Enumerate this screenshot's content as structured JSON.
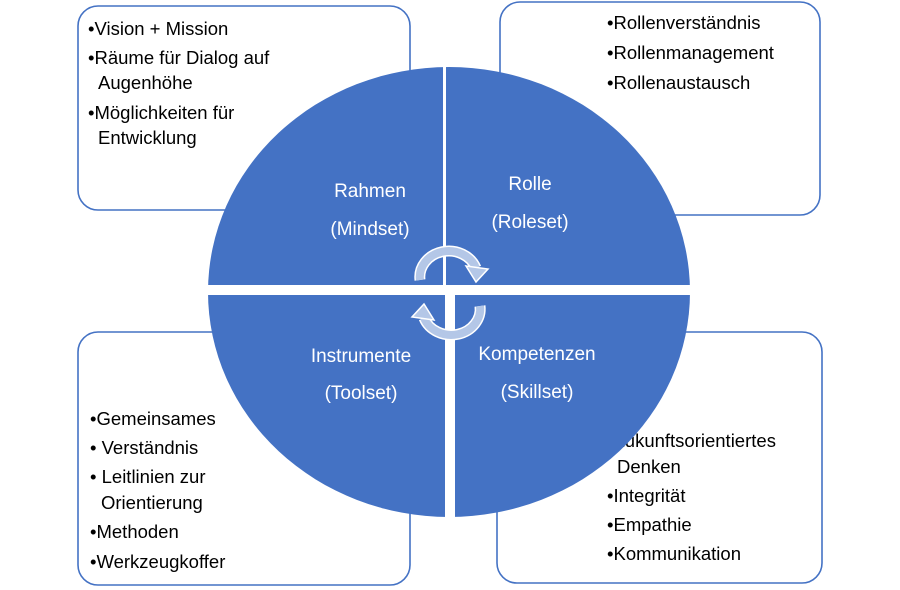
{
  "colors": {
    "accent": "#4472c4",
    "arrow": "#b4c7e7"
  },
  "quadrants": {
    "top_left": {
      "title": "Rahmen",
      "subtitle": "(Mindset)"
    },
    "top_right": {
      "title": "Rolle",
      "subtitle": "(Roleset)"
    },
    "bottom_left": {
      "title": "Instrumente",
      "subtitle": "(Toolset)"
    },
    "bottom_right": {
      "title": "Kompetenzen",
      "subtitle": "(Skillset)"
    }
  },
  "boxes": {
    "top_left": [
      "•Vision + Mission",
      "•Räume für Dialog auf",
      "Augenhöhe",
      "•Möglichkeiten für",
      "Entwicklung"
    ],
    "top_right": [
      "•Rollenverständnis",
      "•Rollenmanagement",
      "•Rollenaustausch"
    ],
    "bottom_left": [
      "•Gemeinsames",
      "• Verständnis",
      "• Leitlinien zur",
      "Orientierung",
      "•Methoden",
      "•Werkzeugkoffer"
    ],
    "bottom_right": [
      "•Zukunftsorientiertes",
      "Denken",
      "•Integrität",
      "•Empathie",
      "•Kommunikation"
    ]
  },
  "icons": [
    "cycle-arrow-icon"
  ]
}
